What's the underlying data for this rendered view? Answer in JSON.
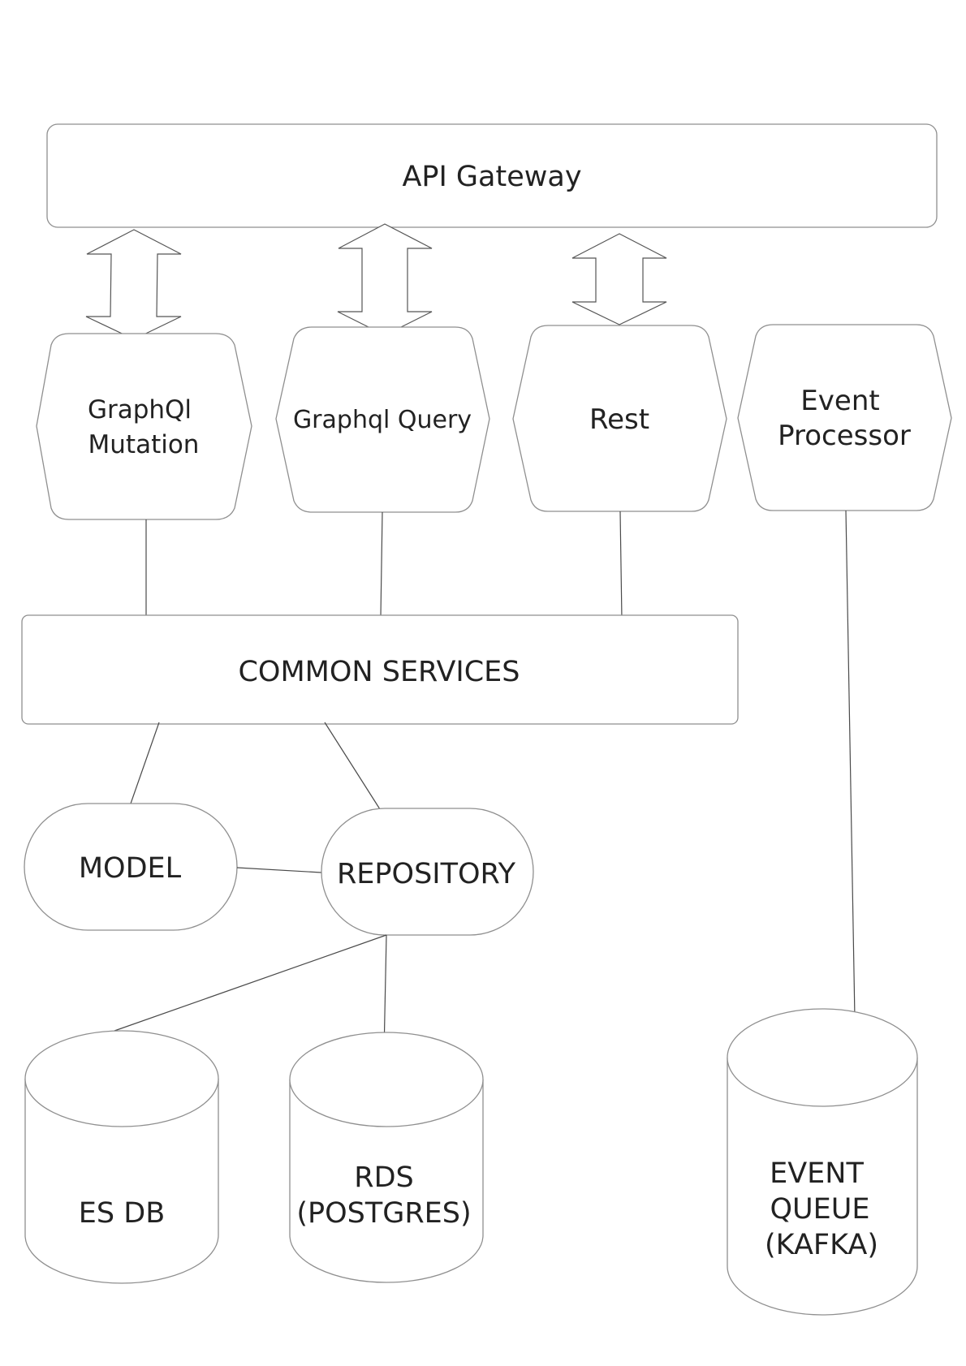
{
  "nodes": {
    "api_gateway": "API Gateway",
    "graphql_mutation": [
      "GraphQl",
      "Mutation"
    ],
    "graphql_query": "Graphql Query",
    "rest": "Rest",
    "event_processor": [
      "Event",
      "Processor"
    ],
    "common_services": "COMMON SERVICES",
    "model": "MODEL",
    "repository": "REPOSITORY",
    "es_db": "ES DB",
    "rds": [
      "RDS",
      "(POSTGRES)"
    ],
    "event_queue": [
      "EVENT",
      "QUEUE",
      "(KAFKA)"
    ]
  }
}
